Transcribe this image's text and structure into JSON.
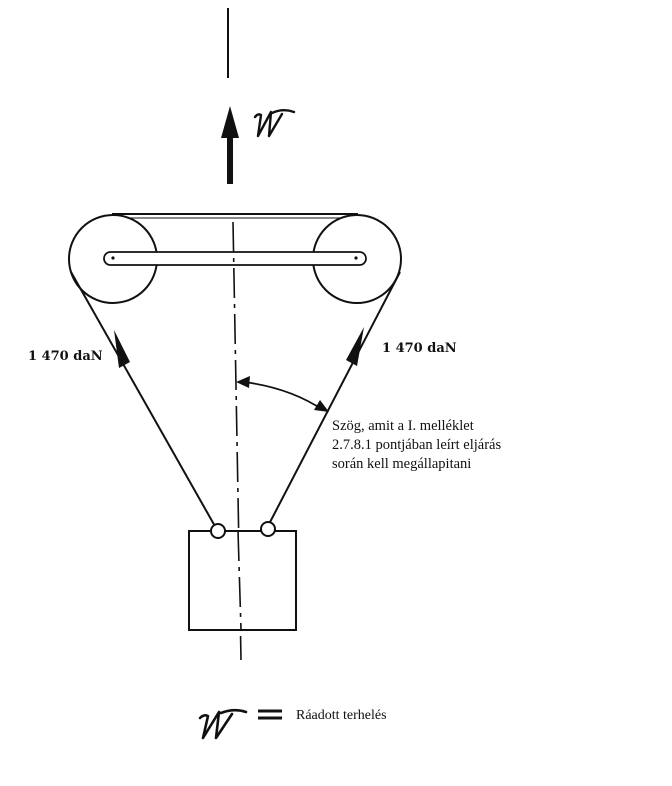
{
  "labels": {
    "force_left": "1 470 daN",
    "force_right": "1 470 daN",
    "angle_note": [
      "Szög, amit a I. melléklet",
      "2.7.8.1 pontjában leírt eljárás",
      "során kell megállapitani"
    ],
    "legend_equals": "=",
    "legend_text": "Ráadott terhelés"
  },
  "icons": {
    "load_symbol": "handwritten-w-symbol",
    "load_direction": "upward-arrow"
  },
  "colors": {
    "ink": "#111111",
    "background": "#ffffff"
  }
}
